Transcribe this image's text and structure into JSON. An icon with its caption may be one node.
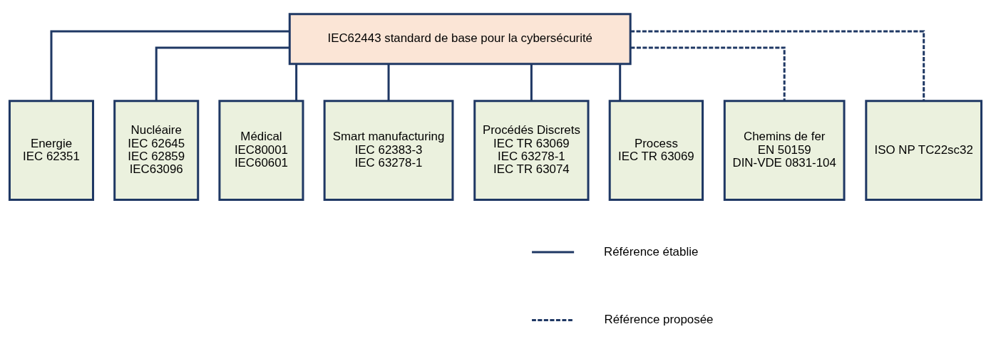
{
  "diagram": {
    "nodes": [
      {
        "text": [
          "IEC62443 standard de base pour la cybersécurité"
        ]
      },
      {
        "text": [
          "Energie",
          "IEC 62351"
        ]
      },
      {
        "text": [
          "Nucléaire",
          "IEC 62645",
          "IEC 62859",
          "IEC63096"
        ]
      },
      {
        "text": [
          "Médical",
          "IEC80001",
          "IEC60601"
        ]
      },
      {
        "text": [
          "Smart manufacturing",
          "IEC 62383-3",
          "IEC 63278-1"
        ]
      },
      {
        "text": [
          "Procédés Discrets",
          "IEC TR 63069",
          "IEC 63278-1",
          "IEC TR 63074"
        ]
      },
      {
        "text": [
          "Process",
          "IEC TR 63069"
        ]
      },
      {
        "text": [
          "Chemins de fer",
          "EN 50159",
          "DIN-VDE 0831-104"
        ]
      },
      {
        "text": [
          "ISO NP TC22sc32"
        ]
      }
    ],
    "edges": [
      {
        "from": 0,
        "to": 1,
        "arrow": "none"
      },
      {
        "from": 0,
        "to": 2,
        "arrow": "none"
      },
      {
        "from": 0,
        "to": 3,
        "arrow": "none"
      },
      {
        "from": 0,
        "to": 4,
        "arrow": "none"
      },
      {
        "from": 0,
        "to": 5,
        "arrow": "none"
      },
      {
        "from": 0,
        "to": 6,
        "arrow": "none"
      },
      {
        "from": 0,
        "to": 7,
        "arrow": "none",
        "style": "dashed"
      },
      {
        "from": 0,
        "to": 8,
        "arrow": "none",
        "style": "dashed"
      }
    ],
    "legend": [
      {
        "text": "Référence établie"
      },
      {
        "text": "Référence proposée"
      }
    ]
  }
}
